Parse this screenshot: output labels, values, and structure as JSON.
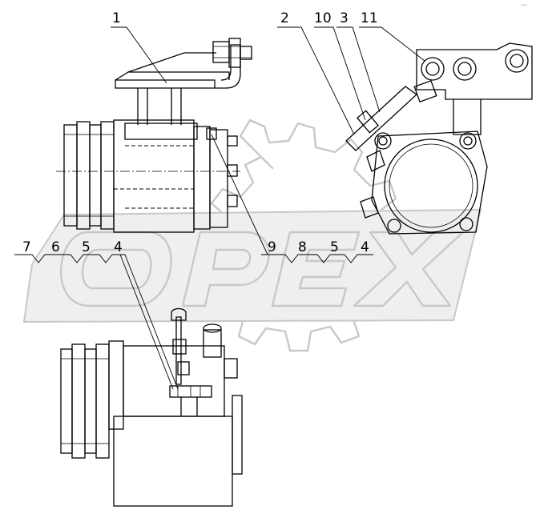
{
  "watermark": {
    "text": "OPEX"
  },
  "corner_mark": "ᵒᵖᵉˣ",
  "callouts": {
    "c1": "1",
    "c2": "2",
    "c10": "10",
    "c3_top": "3",
    "c11": "11",
    "c7": "7",
    "c6": "6",
    "c5_left": "5",
    "c4_left": "4",
    "c9": "9",
    "c8": "8",
    "c5_right": "5",
    "c4_right": "4"
  }
}
